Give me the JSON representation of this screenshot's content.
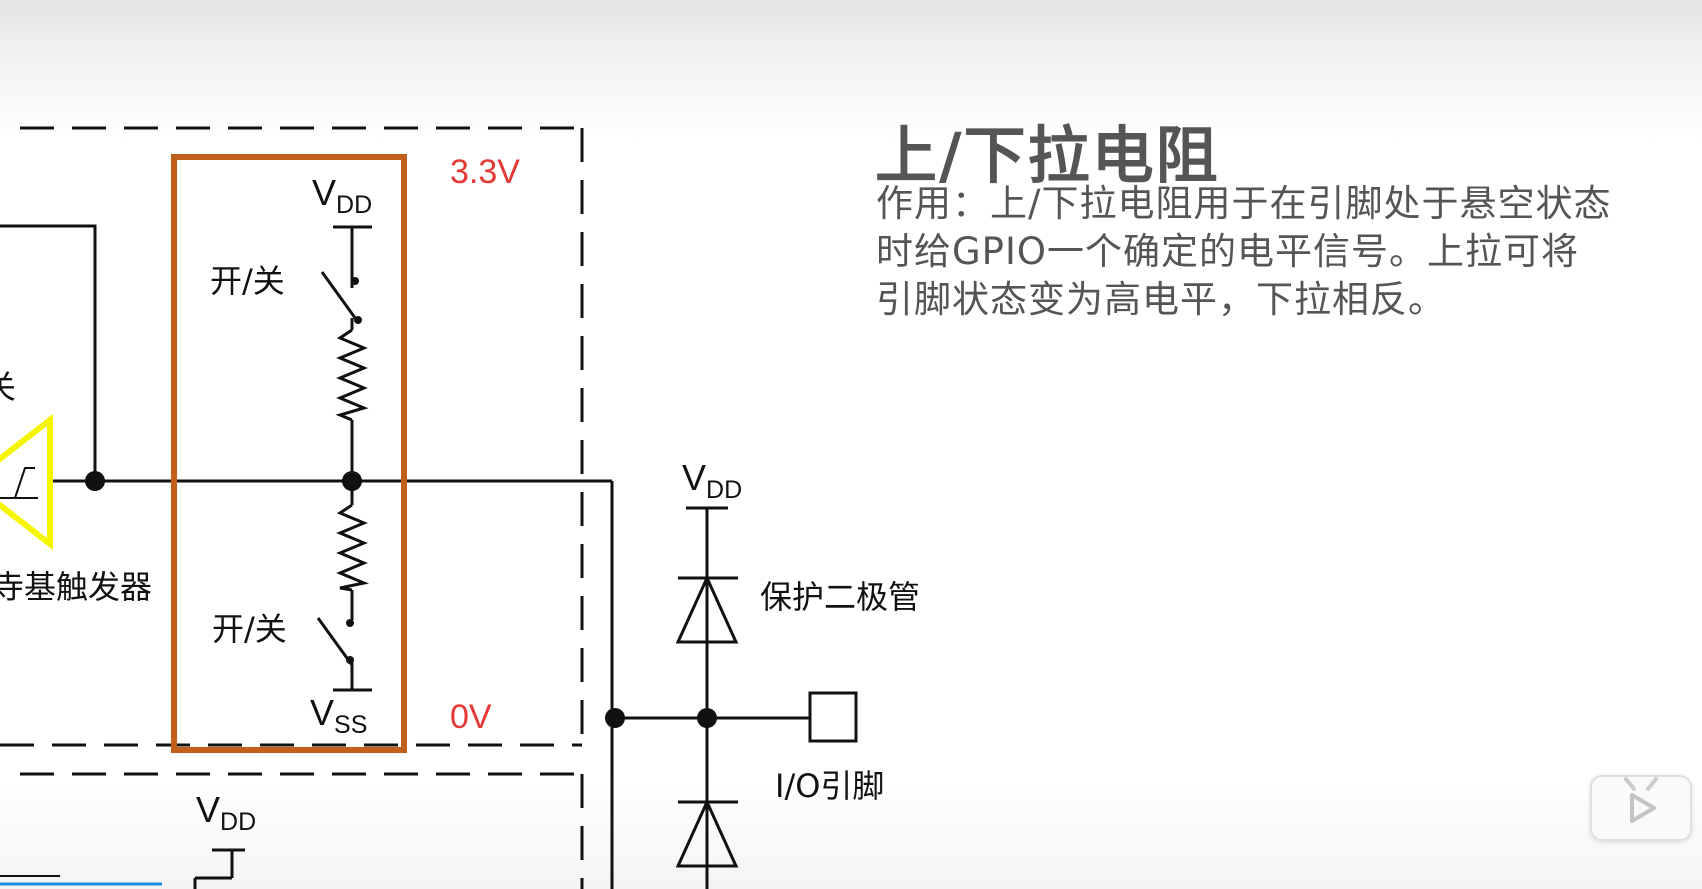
{
  "slide": {
    "title": "上/下拉电阻",
    "description": "作用：上/下拉电阻用于在引脚处于悬空状态时给GPIO一个确定的电平信号。上拉可将引脚状态变为高电平，下拉相反。"
  },
  "diagram": {
    "vdd_label": "V",
    "vdd_sub": "DD",
    "vss_label": "V",
    "vss_sub": "SS",
    "switch_label": "开/关",
    "voltage_high": "3.3V",
    "voltage_low": "0V",
    "diode_label": "保护二极管",
    "io_pin_label": "I/O引脚",
    "trigger_label": "寺基触发器",
    "trigger_partial": "关"
  },
  "colors": {
    "highlight_box": "#c0601a",
    "voltage_text": "#e53935",
    "schmitt_trigger": "#f5f500",
    "partial_blue": "#1a8fe0",
    "text_gray": "#555555"
  },
  "player": {
    "icon": "play-icon"
  }
}
